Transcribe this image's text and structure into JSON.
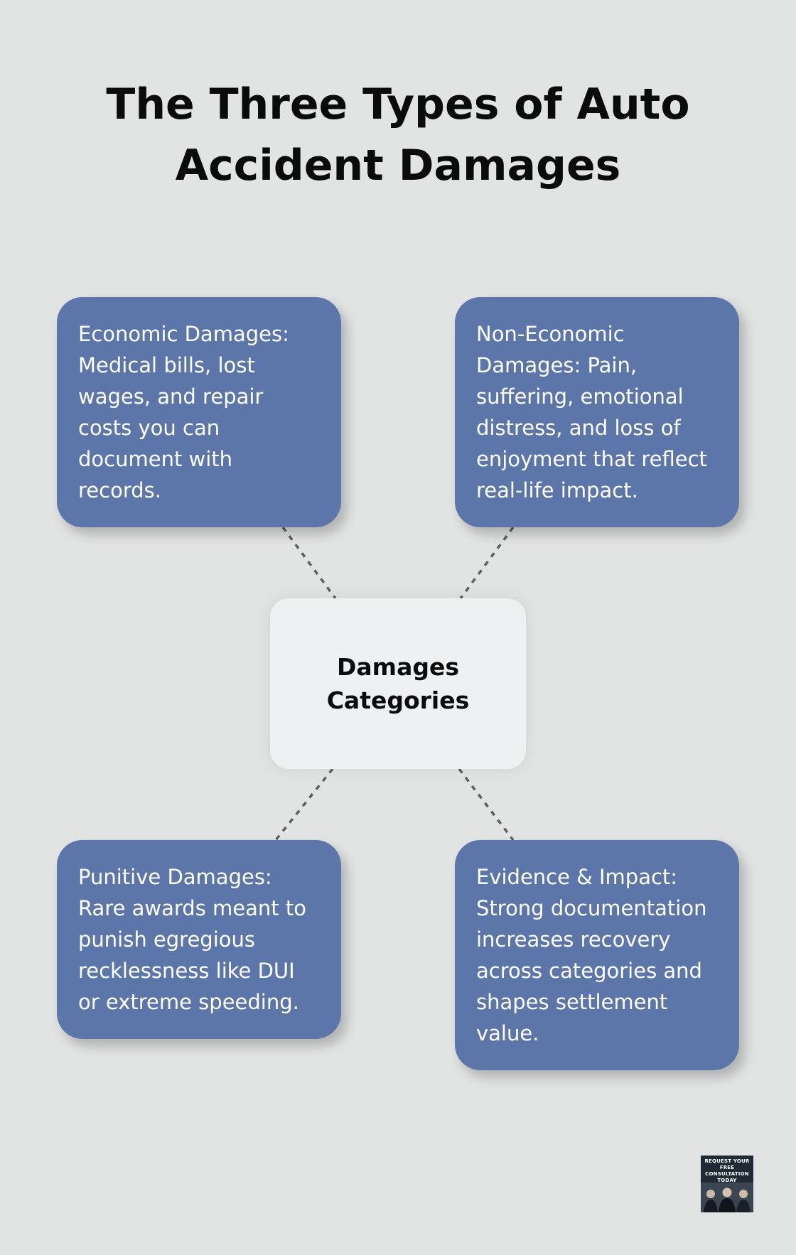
{
  "title": {
    "line1": "The Three Types of Auto",
    "line2": "Accident Damages"
  },
  "center": {
    "label": "Damages Categories"
  },
  "cards": {
    "economic": "Economic Damages: Medical bills, lost wages, and repair costs you can document with records.",
    "noneconomic": "Non-Economic Damages: Pain, suffering, emotional distress, and loss of enjoyment that reflect real-life impact.",
    "punitive": "Punitive Damages: Rare awards meant to punish egregious recklessness like DUI or extreme speeding.",
    "evidence": "Evidence & Impact: Strong documentation increases recovery across categories and shapes settlement value."
  },
  "logo": {
    "text": "REQUEST YOUR FREE CONSULTATION TODAY"
  },
  "colors": {
    "background": "#e2e3e3",
    "card": "#5c76aa",
    "center": "#eff0f2",
    "connector": "#5f5f5f"
  }
}
